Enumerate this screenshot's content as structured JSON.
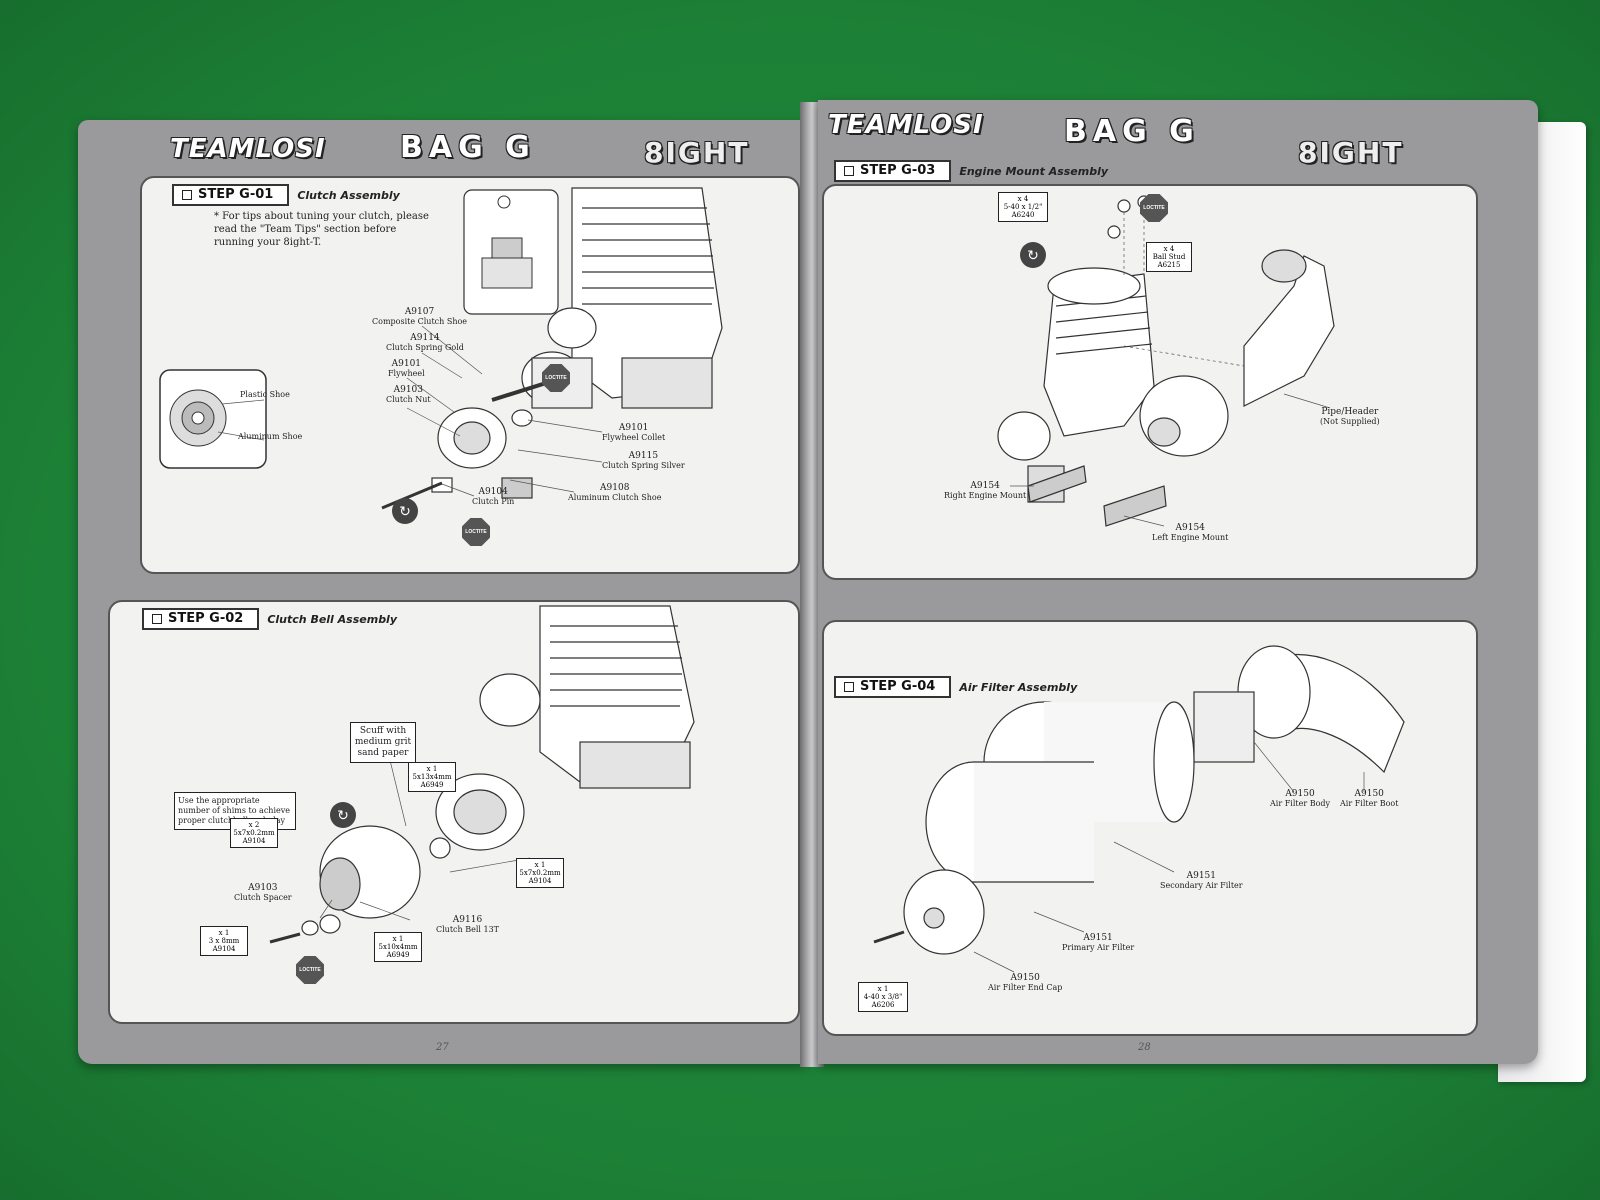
{
  "left_page": {
    "logo": "TEAMLOSI",
    "title": "BAG G",
    "product_logo": "8IGHT",
    "page_number": "27",
    "step1": {
      "label": "STEP G-01",
      "name": "Clutch Assembly",
      "note": "* For tips about tuning your clutch, please read the \"Team Tips\" section before running your 8ight-T.",
      "inset_labels": [
        "Plastic Shoe",
        "Aluminum Shoe"
      ],
      "parts": [
        {
          "pn": "A9107",
          "desc": "Composite Clutch Shoe"
        },
        {
          "pn": "A9114",
          "desc": "Clutch Spring Gold"
        },
        {
          "pn": "A9101",
          "desc": "Flywheel"
        },
        {
          "pn": "A9103",
          "desc": "Clutch Nut"
        },
        {
          "pn": "A9101",
          "desc": "Flywheel Collet"
        },
        {
          "pn": "A9115",
          "desc": "Clutch Spring Silver"
        },
        {
          "pn": "A9108",
          "desc": "Aluminum Clutch Shoe"
        },
        {
          "pn": "A9104",
          "desc": "Clutch Pin"
        }
      ],
      "loctite": "LOCTITE"
    },
    "step2": {
      "label": "STEP G-02",
      "name": "Clutch Bell Assembly",
      "scuff_note": "Scuff with medium grit sand paper",
      "shim_note": "Use the appropriate number of shims to achieve proper clutchbell end play",
      "hardware": [
        {
          "qty": "x 1",
          "size": "5x13x4mm",
          "pn": "A6949"
        },
        {
          "qty": "x 2",
          "size": "5x7x0.2mm",
          "pn": "A9104"
        },
        {
          "qty": "x 1",
          "size": "5x7x0.2mm",
          "pn": "A9104"
        },
        {
          "qty": "x 1",
          "size": "5x10x4mm",
          "pn": "A6949"
        },
        {
          "qty": "x 1",
          "size": "3 x 8mm",
          "pn": "A9104"
        }
      ],
      "parts": [
        {
          "pn": "A9103",
          "desc": "Clutch Spacer"
        },
        {
          "pn": "A9116",
          "desc": "Clutch Bell 13T"
        }
      ],
      "loctite": "LOCTITE"
    }
  },
  "right_page": {
    "logo": "TEAMLOSI",
    "title": "BAG G",
    "product_logo": "8IGHT",
    "page_number": "28",
    "step3": {
      "label": "STEP G-03",
      "name": "Engine Mount Assembly",
      "hardware": [
        {
          "qty": "x 4",
          "size": "5-40 x 1/2\"",
          "pn": "A6240"
        },
        {
          "qty": "x 4",
          "size": "Ball Stud",
          "pn": "A6215"
        }
      ],
      "parts": [
        {
          "pn": "A9154",
          "desc": "Right Engine Mount"
        },
        {
          "pn": "A9154",
          "desc": "Left Engine Mount"
        },
        {
          "pn": "Pipe/Header",
          "desc": "(Not Supplied)"
        }
      ],
      "loctite": "LOCTITE"
    },
    "step4": {
      "label": "STEP G-04",
      "name": "Air Filter Assembly",
      "hardware": [
        {
          "qty": "x 1",
          "size": "4-40 x 3/8\"",
          "pn": "A6206"
        }
      ],
      "parts": [
        {
          "pn": "A9150",
          "desc": "Air Filter Body"
        },
        {
          "pn": "A9150",
          "desc": "Air Filter Boot"
        },
        {
          "pn": "A9151",
          "desc": "Secondary Air Filter"
        },
        {
          "pn": "A9151",
          "desc": "Primary Air Filter"
        },
        {
          "pn": "A9150",
          "desc": "Air Filter End Cap"
        }
      ]
    }
  }
}
